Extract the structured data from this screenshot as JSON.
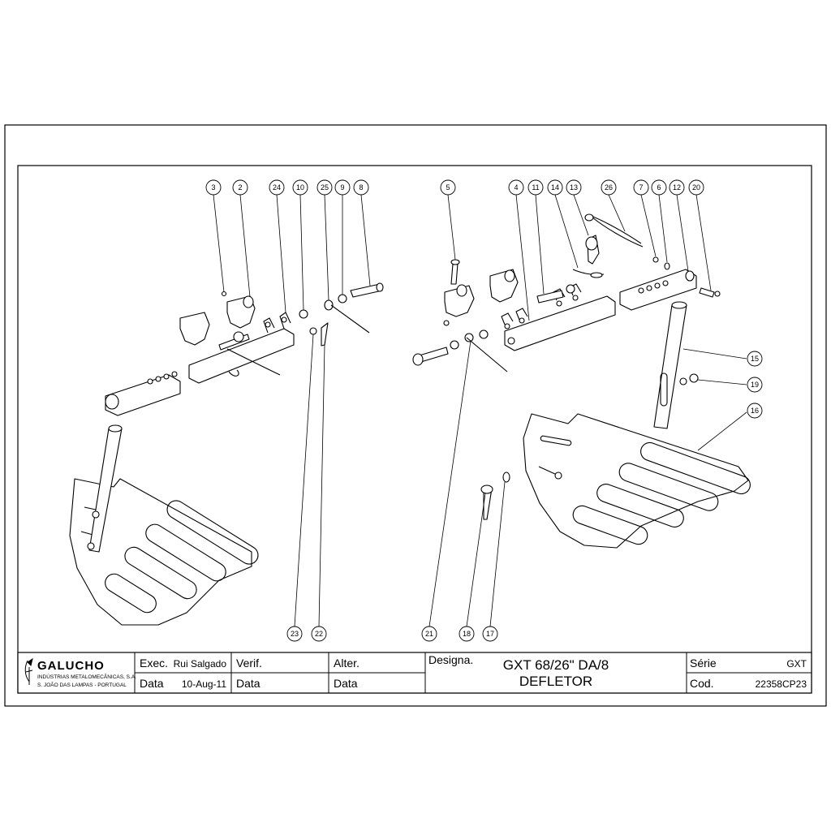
{
  "drawing": {
    "callouts": [
      "3",
      "2",
      "24",
      "10",
      "25",
      "9",
      "8",
      "5",
      "4",
      "11",
      "14",
      "13",
      "26",
      "7",
      "6",
      "12",
      "20",
      "15",
      "19",
      "16",
      "23",
      "22",
      "21",
      "18",
      "17"
    ]
  },
  "title_block": {
    "company": {
      "name": "GALUCHO",
      "line1": "INDÚSTRIAS METALOMECÂNICAS, S.A.",
      "line2": "S. JOÃO DAS LAMPAS - PORTUGAL"
    },
    "exec_label": "Exec.",
    "exec_value": "Rui Salgado",
    "verif_label": "Verif.",
    "alter_label": "Alter.",
    "data_label": "Data",
    "data_value": "10-Aug-11",
    "designa_label": "Designa.",
    "title_line1": "GXT 68/26\" DA/8",
    "title_line2": "DEFLETOR",
    "serie_label": "Série",
    "serie_value": "GXT",
    "cod_label": "Cod.",
    "cod_value": "22358CP23"
  }
}
